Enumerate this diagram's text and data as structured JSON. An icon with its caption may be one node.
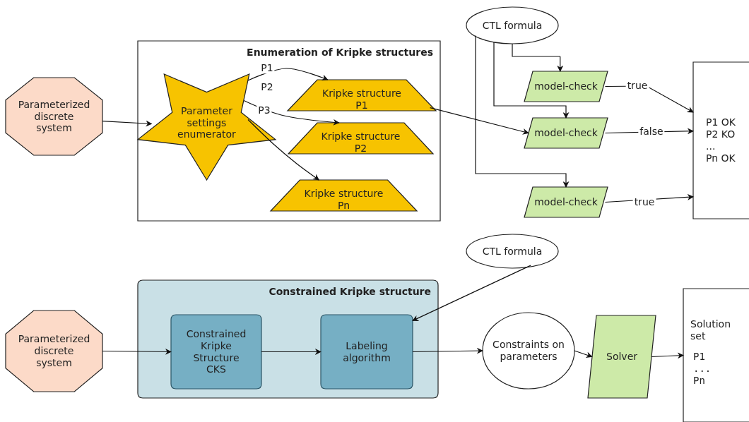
{
  "diagram": {
    "nodes": [
      {
        "text": [
          "Parameterized discrete system"
        ]
      },
      {
        "text": [
          "Enumeration of Kripke structures"
        ]
      },
      {
        "text": [
          "Parameter settings enumerator"
        ],
        "in": 1
      },
      {
        "text": [
          "Kripke structure P1"
        ],
        "in": 1
      },
      {
        "text": [
          "Kripke structure P2"
        ],
        "in": 1
      },
      {
        "text": [
          "Kripke structure Pn"
        ],
        "in": 1
      },
      {
        "text": [
          "CTL formula"
        ]
      },
      {
        "text": [
          "model-check"
        ]
      },
      {
        "text": [
          "model-check"
        ]
      },
      {
        "text": [
          "model-check"
        ]
      },
      {
        "text": [
          "P1 OK",
          "P2 KO",
          "...",
          "Pn OK"
        ]
      },
      {
        "text": [
          "Parameterized discrete system"
        ]
      },
      {
        "text": [
          "Constrained Kripke structure"
        ]
      },
      {
        "text": [
          "Constrained Kripke Structure CKS"
        ],
        "in": 12
      },
      {
        "text": [
          "Labeling algorithm"
        ],
        "in": 12
      },
      {
        "text": [
          "CTL formula"
        ]
      },
      {
        "text": [
          "Constraints on parameters"
        ]
      },
      {
        "text": [
          "Solver"
        ]
      },
      {
        "text": [
          "Solution set",
          "P1 ... Pn"
        ]
      }
    ],
    "edges": [
      {
        "from": 0,
        "to": 2,
        "arrow": "to"
      },
      {
        "from": 2,
        "to": 3,
        "arrow": "to",
        "label": "P1"
      },
      {
        "from": 2,
        "to": 4,
        "arrow": "to",
        "label": "P2"
      },
      {
        "from": 2,
        "to": 5,
        "arrow": "to",
        "label": "P3"
      },
      {
        "from": 3,
        "to": 8,
        "arrow": "to"
      },
      {
        "from": 6,
        "to": 7,
        "arrow": "to"
      },
      {
        "from": 6,
        "to": 8,
        "arrow": "to"
      },
      {
        "from": 6,
        "to": 9,
        "arrow": "to"
      },
      {
        "from": 7,
        "to": 10,
        "arrow": "to",
        "label": "true"
      },
      {
        "from": 8,
        "to": 10,
        "arrow": "to",
        "label": "false"
      },
      {
        "from": 9,
        "to": 10,
        "arrow": "to",
        "label": "true"
      },
      {
        "from": 11,
        "to": 13,
        "arrow": "to"
      },
      {
        "from": 13,
        "to": 14,
        "arrow": "to"
      },
      {
        "from": 15,
        "to": 14,
        "arrow": "to"
      },
      {
        "from": 14,
        "to": 16,
        "arrow": "to"
      },
      {
        "from": 16,
        "to": 17,
        "arrow": "to"
      },
      {
        "from": 17,
        "to": 18,
        "arrow": "to"
      }
    ]
  }
}
